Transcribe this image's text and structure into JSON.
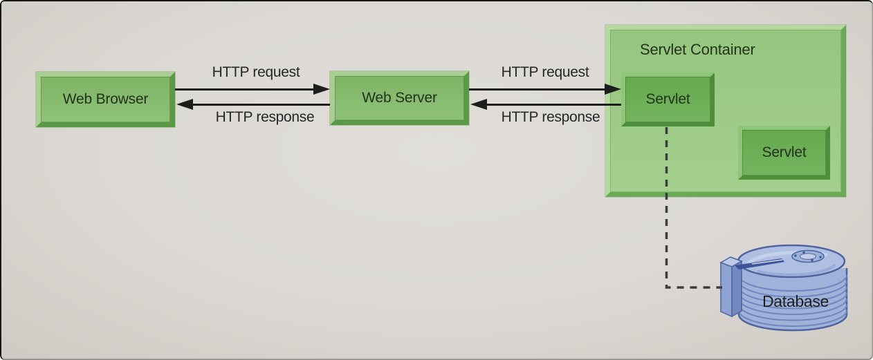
{
  "diagram": {
    "nodes": [
      {
        "id": "web-browser",
        "label": "Web Browser"
      },
      {
        "id": "web-server",
        "label": "Web Server"
      },
      {
        "id": "servlet-container",
        "label": "Servlet Container"
      },
      {
        "id": "servlet-1",
        "label": "Servlet"
      },
      {
        "id": "servlet-2",
        "label": "Servlet"
      },
      {
        "id": "database",
        "label": "Database"
      }
    ],
    "edges": [
      {
        "from": "web-browser",
        "to": "web-server",
        "label": "HTTP request",
        "style": "solid-arrow-right"
      },
      {
        "from": "web-server",
        "to": "web-browser",
        "label": "HTTP response",
        "style": "solid-arrow-left"
      },
      {
        "from": "web-server",
        "to": "servlet-1",
        "label": "HTTP request",
        "style": "solid-arrow-right"
      },
      {
        "from": "servlet-1",
        "to": "web-server",
        "label": "HTTP response",
        "style": "solid-arrow-left"
      },
      {
        "from": "servlet-1",
        "to": "database",
        "label": "",
        "style": "dashed"
      }
    ],
    "colors": {
      "background": "#dbd8d3",
      "frame": "#161616",
      "node_face": "#85ba6c",
      "node_bevel_light": "#a8cf91",
      "node_bevel_dark": "#5a9946",
      "container_face": "#9bca85",
      "container_bevel_light": "#b5d8a1",
      "container_bevel_dark": "#6ca955",
      "servlet_face": "#6cae54",
      "servlet_bevel_light": "#8ec677",
      "servlet_bevel_dark": "#4e8e3b",
      "arrow": "#1d1d1d",
      "dashed_line": "#3c3c3c",
      "label_text": "#262626",
      "node_text": "#22311a",
      "database_fill": "#9fb3da",
      "database_outline": "#4d649f"
    }
  }
}
